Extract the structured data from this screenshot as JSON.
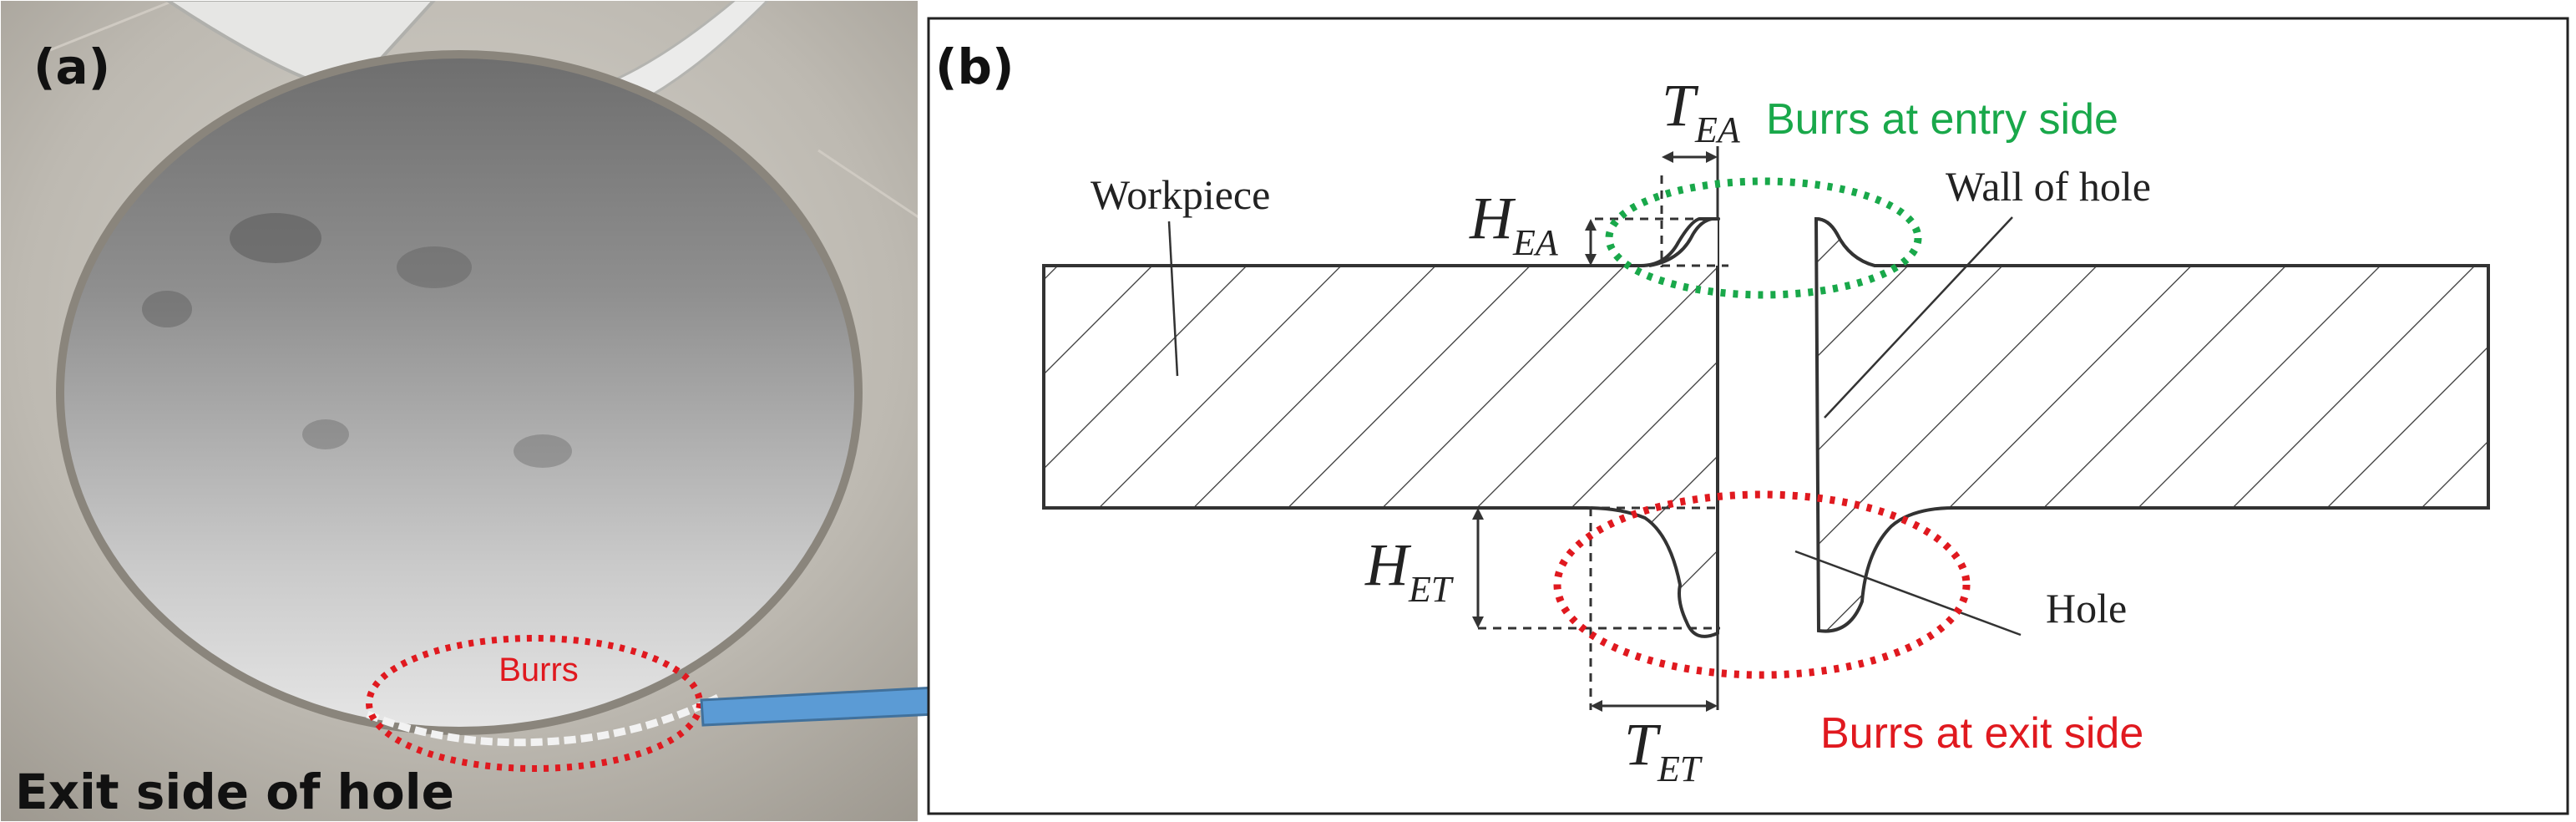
{
  "panel_a": {
    "label": "(a)",
    "caption": "Exit side of hole",
    "burrs_label": "Burrs",
    "colors": {
      "metal_light": "#d9d9d9",
      "metal_dark": "#a8a8a8",
      "hole_wall": "#7d7d7d",
      "annotation_red": "#e0191f"
    }
  },
  "panel_b": {
    "label": "(b)",
    "workpiece_label": "Workpiece",
    "wall_of_hole_label": "Wall of hole",
    "hole_label": "Hole",
    "burrs_entry_label": "Burrs at entry side",
    "burrs_exit_label": "Burrs at exit side",
    "dimensions": {
      "t_ea": {
        "main": "T",
        "sub": "EA"
      },
      "h_ea": {
        "main": "H",
        "sub": "EA"
      },
      "h_et": {
        "main": "H",
        "sub": "ET"
      },
      "t_et": {
        "main": "T",
        "sub": "ET"
      }
    },
    "colors": {
      "entry_green": "#19a84a",
      "exit_red": "#e0191f",
      "line": "#333333"
    }
  },
  "connector_arrow": {
    "color": "#5b9bd5",
    "from": "Burrs",
    "to": "Burrs at exit side"
  }
}
